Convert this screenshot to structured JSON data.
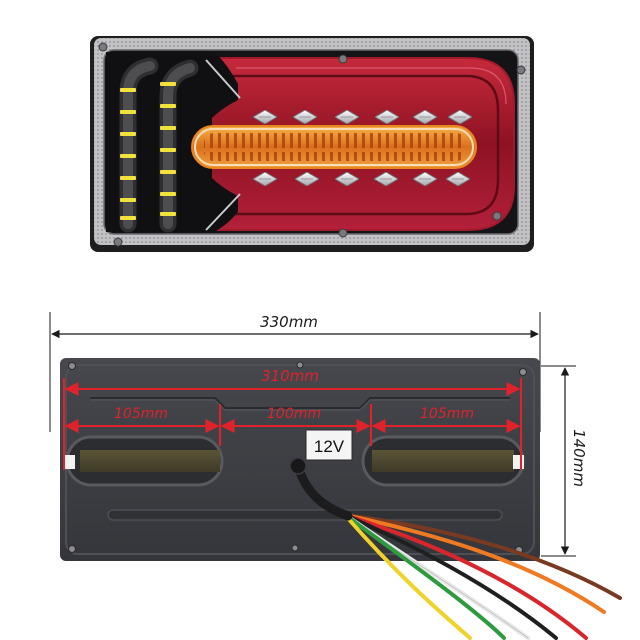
{
  "product": {
    "voltage_label": "12V"
  },
  "dimensions": {
    "overall_length": "330mm",
    "mounting_span": "310mm",
    "left_section": "105mm",
    "center_section": "100mm",
    "right_section": "105mm",
    "height": "140mm"
  },
  "colors": {
    "dimension_red": "#e0232b",
    "dimension_black": "#1a1a1a",
    "lens_red": "#a3182b",
    "amber_bar": "#e8861f",
    "turn_signal_yellow": "#f2e23a",
    "back_plate": "#3a3c41"
  }
}
